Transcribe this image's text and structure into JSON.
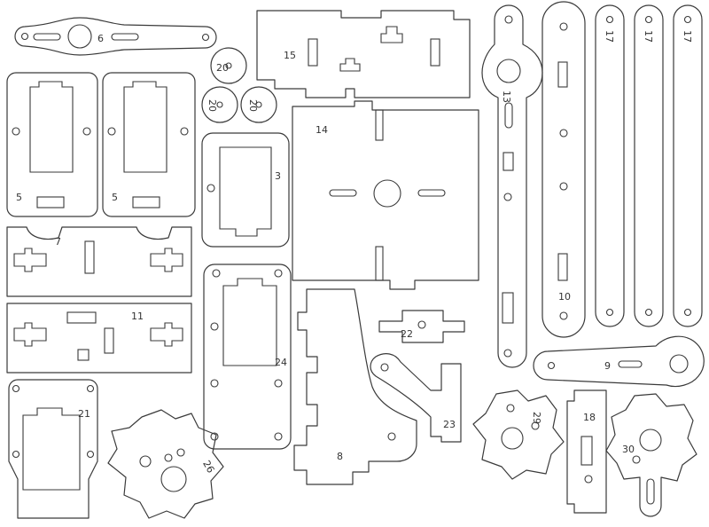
{
  "parts": {
    "p6": "6",
    "p20a": "20",
    "p20b": "20",
    "p20c": "20",
    "p15": "15",
    "p5a": "5",
    "p5b": "5",
    "p3": "3",
    "p14": "14",
    "p13": "13",
    "p17a": "17",
    "p17b": "17",
    "p17c": "17",
    "p10": "10",
    "p7": "7",
    "p11": "11",
    "p22": "22",
    "p24": "24",
    "p9": "9",
    "p21": "21",
    "p26": "26",
    "p8": "8",
    "p23": "23",
    "p29": "29",
    "p18": "18",
    "p30": "30"
  }
}
